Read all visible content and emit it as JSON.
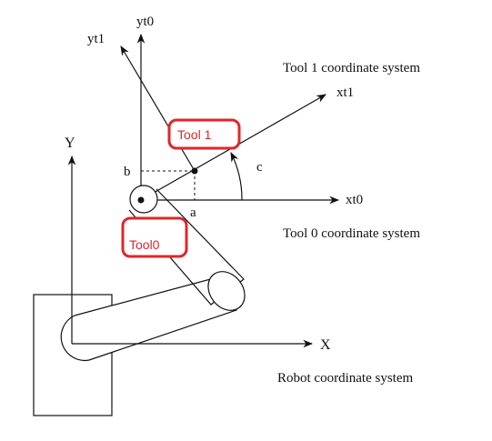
{
  "labels": {
    "yt0": "yt0",
    "yt1": "yt1",
    "xt1": "xt1",
    "xt0": "xt0",
    "Y": "Y",
    "X": "X",
    "b": "b",
    "a": "a",
    "c": "c",
    "tool1_system": "Tool 1 coordinate system",
    "tool0_system": "Tool 0 coordinate system",
    "robot_system": "Robot coordinate system"
  },
  "tags": {
    "tool1": "Tool 1",
    "tool0": "Tool0"
  },
  "colors": {
    "line": "#111111",
    "tag_border": "#e0262a",
    "tag_text": "#e0262a"
  }
}
